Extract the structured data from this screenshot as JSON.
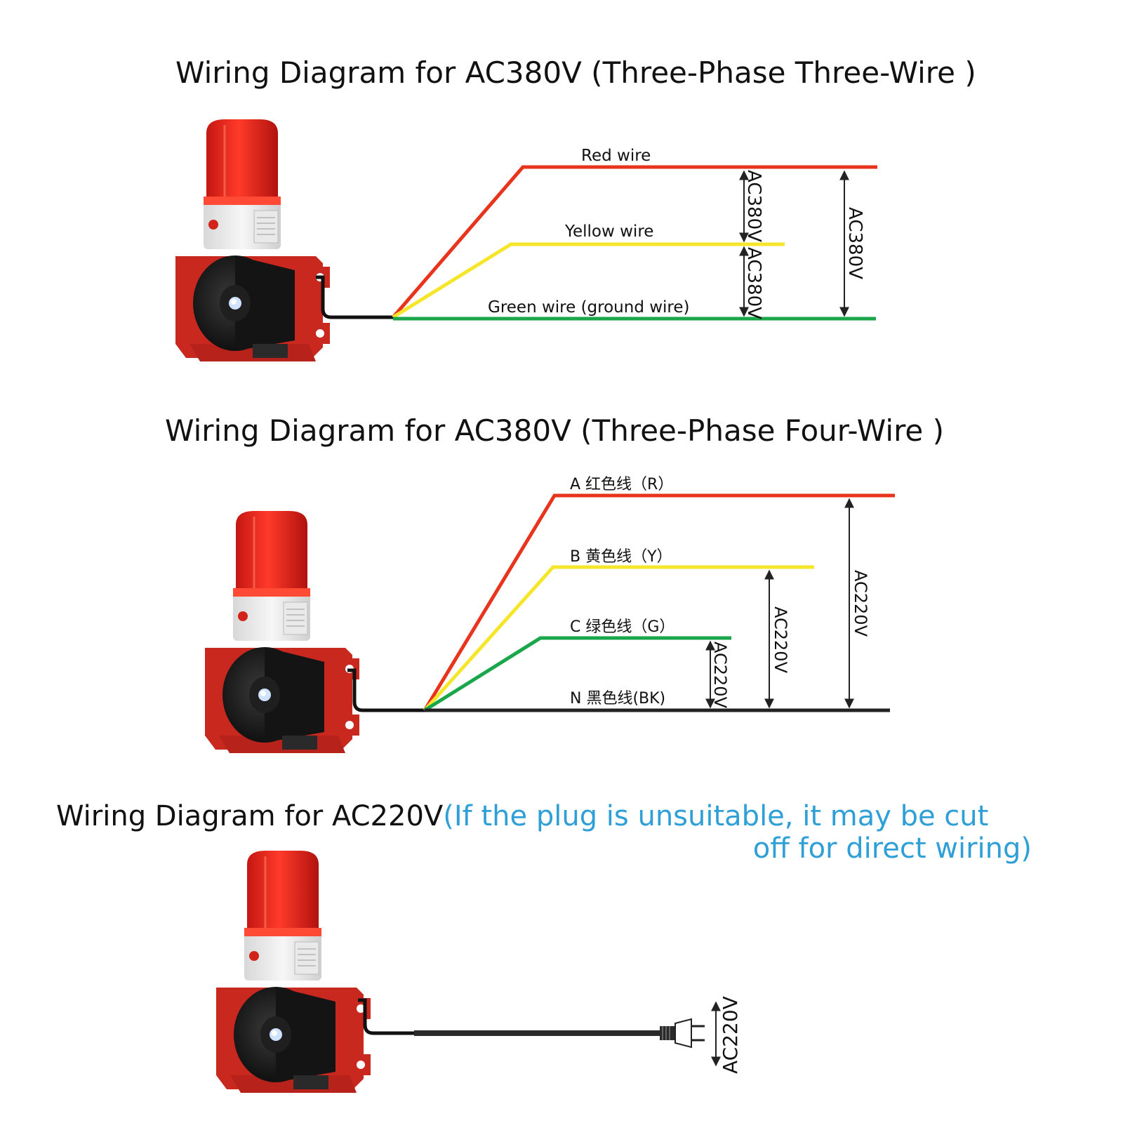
{
  "colors": {
    "red_wire": "#e8341c",
    "yellow_wire": "#f6e62a",
    "green_wire": "#1aa64a",
    "black_wire": "#222222",
    "accent_text": "#2f9fd8",
    "device_red": "#c9281f"
  },
  "diagram1": {
    "title": "Wiring Diagram for AC380V (Three-Phase Three-Wire )",
    "wires": {
      "red": "Red  wire",
      "yellow": "Yellow  wire",
      "green": "Green  wire  (ground  wire)"
    },
    "voltages": {
      "red_yellow": "AC380V",
      "yellow_green": "AC380V",
      "red_green": "AC380V"
    }
  },
  "diagram2": {
    "title": "Wiring Diagram for AC380V (Three-Phase Four-Wire )",
    "wires": {
      "a": "A 红色线（R）",
      "b": "B 黄色线（Y）",
      "c": "C 绿色线（G）",
      "n": "N 黑色线(BK)"
    },
    "voltages": {
      "c_n": "AC220V",
      "b_n": "AC220V",
      "a_n": "AC220V"
    }
  },
  "diagram3": {
    "title_main": "Wiring Diagram for AC220V",
    "title_note_line1": "(If the plug is unsuitable, it may be cut",
    "title_note_line2": "off for direct wiring)",
    "voltage": "AC220V"
  }
}
